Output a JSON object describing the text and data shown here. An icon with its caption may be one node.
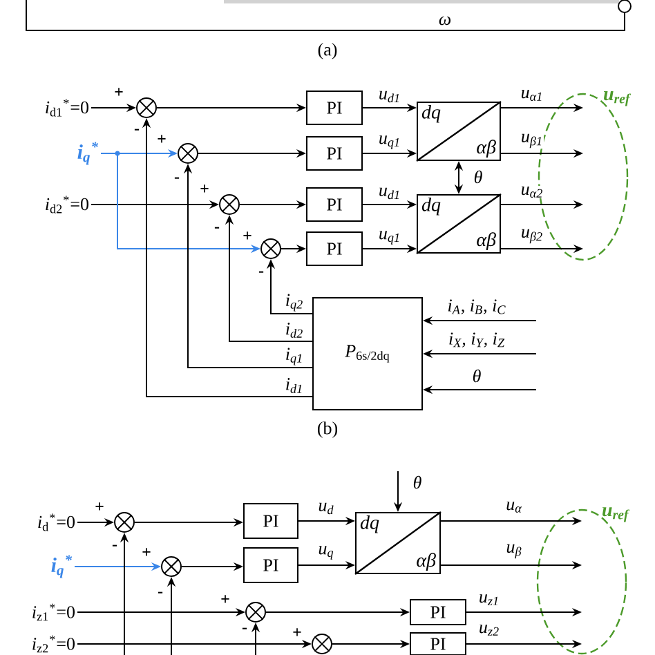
{
  "diagram": {
    "nodes": [
      {
        "text": [
          "*i*$_{d1}$$^{*}$=0"
        ]
      },
      {
        "text": [],
        "shape": "circle"
      },
      {
        "text": [
          "PI"
        ]
      },
      {
        "text": [
          "dq",
          "αβ"
        ]
      },
      {
        "text": [
          "i$_{q}$$^{*}$"
        ]
      },
      {
        "text": [],
        "shape": "circle"
      },
      {
        "text": [
          "PI"
        ]
      },
      {
        "text": [
          "*i*$_{d2}$$^{*}$=0"
        ]
      },
      {
        "text": [],
        "shape": "circle"
      },
      {
        "text": [
          "PI"
        ]
      },
      {
        "text": [
          "dq",
          "αβ"
        ]
      },
      {
        "text": [],
        "shape": "circle"
      },
      {
        "text": [
          "PI"
        ]
      },
      {
        "text": [
          "*P*$_{6s/2dq}$"
        ]
      },
      {
        "text": [
          "u$_{ref}$"
        ]
      },
      {
        "text": [
          "*i*$_{d}$$^{*}$=0"
        ]
      },
      {
        "text": [],
        "shape": "circle"
      },
      {
        "text": [
          "PI"
        ]
      },
      {
        "text": [
          "dq",
          "αβ"
        ]
      },
      {
        "text": [
          "i$_{q}$$^{*}$"
        ]
      },
      {
        "text": [],
        "shape": "circle"
      },
      {
        "text": [
          "PI"
        ]
      },
      {
        "text": [
          "*i*$_{z1}$$^{*}$=0"
        ]
      },
      {
        "text": [],
        "shape": "circle"
      },
      {
        "text": [
          "PI"
        ]
      },
      {
        "text": [
          "*i*$_{z2}$$^{*}$=0"
        ]
      },
      {
        "text": [],
        "shape": "circle"
      },
      {
        "text": [
          "PI"
        ]
      },
      {
        "text": [
          "u$_{ref}$"
        ]
      }
    ],
    "edges": [
      {
        "from": 0,
        "to": 1,
        "arrow": "to"
      },
      {
        "from": 1,
        "to": 2,
        "arrow": "to"
      },
      {
        "from": 2,
        "to": 3,
        "arrow": "to",
        "label": "u$_{d1}$"
      },
      {
        "from": 4,
        "to": 5,
        "arrow": "to",
        "color": "#3a86e8"
      },
      {
        "from": 5,
        "to": 6,
        "arrow": "to"
      },
      {
        "from": 6,
        "to": 3,
        "arrow": "to",
        "label": "u$_{q1}$"
      },
      {
        "from": 7,
        "to": 8,
        "arrow": "to"
      },
      {
        "from": 8,
        "to": 9,
        "arrow": "to"
      },
      {
        "from": 9,
        "to": 10,
        "arrow": "to",
        "label": "u$_{d1}$"
      },
      {
        "from": 4,
        "to": 11,
        "arrow": "to",
        "color": "#3a86e8"
      },
      {
        "from": 11,
        "to": 12,
        "arrow": "to"
      },
      {
        "from": 12,
        "to": 10,
        "arrow": "to",
        "label": "u$_{q1}$"
      },
      {
        "from": 3,
        "to": 14,
        "arrow": "to",
        "label": "u$_{α1}$"
      },
      {
        "from": 3,
        "to": 14,
        "arrow": "to",
        "label": "u$_{β1}$"
      },
      {
        "from": 10,
        "to": 14,
        "arrow": "to",
        "label": "u$_{α2}$"
      },
      {
        "from": 10,
        "to": 14,
        "arrow": "to",
        "label": "u$_{β2}$"
      },
      {
        "from": 3,
        "to": 10,
        "arrow": "both",
        "label": "θ"
      },
      {
        "from": 13,
        "to": 11,
        "arrow": "to",
        "label": "i$_{q2}$"
      },
      {
        "from": 13,
        "to": 8,
        "arrow": "to",
        "label": "i$_{d2}$"
      },
      {
        "from": 13,
        "to": 5,
        "arrow": "to",
        "label": "i$_{q1}$"
      },
      {
        "from": 13,
        "to": 1,
        "arrow": "to",
        "label": "i$_{d1}$"
      },
      {
        "from": null,
        "to": 13,
        "arrow": "to",
        "label": "i$_{A}$, i$_{B}$, i$_{C}$"
      },
      {
        "from": null,
        "to": 13,
        "arrow": "to",
        "label": "i$_{X}$, i$_{Y}$, i$_{Z}$"
      },
      {
        "from": null,
        "to": 13,
        "arrow": "to",
        "label": "θ"
      },
      {
        "from": 15,
        "to": 16,
        "arrow": "to"
      },
      {
        "from": 16,
        "to": 17,
        "arrow": "to"
      },
      {
        "from": 17,
        "to": 18,
        "arrow": "to",
        "label": "u$_{d}$"
      },
      {
        "from": 19,
        "to": 20,
        "arrow": "to",
        "color": "#3a86e8"
      },
      {
        "from": 20,
        "to": 21,
        "arrow": "to"
      },
      {
        "from": 21,
        "to": 18,
        "arrow": "to",
        "label": "u$_{q}$"
      },
      {
        "from": null,
        "to": 18,
        "arrow": "to",
        "label": "θ"
      },
      {
        "from": 18,
        "to": 28,
        "arrow": "to",
        "label": "u$_{α}$"
      },
      {
        "from": 18,
        "to": 28,
        "arrow": "to",
        "label": "u$_{β}$"
      },
      {
        "from": 22,
        "to": 23,
        "arrow": "to"
      },
      {
        "from": 23,
        "to": 24,
        "arrow": "to"
      },
      {
        "from": 24,
        "to": 28,
        "arrow": "to",
        "label": "u$_{z1}$"
      },
      {
        "from": 25,
        "to": 26,
        "arrow": "to"
      },
      {
        "from": 26,
        "to": 27,
        "arrow": "to"
      },
      {
        "from": 27,
        "to": 28,
        "arrow": "to",
        "label": "u$_{z2}$"
      },
      {
        "from": null,
        "to": 16,
        "arrow": "to"
      },
      {
        "from": null,
        "to": 20,
        "arrow": "to"
      },
      {
        "from": null,
        "to": 23,
        "arrow": "to"
      }
    ],
    "labels": [
      "ω",
      "(a)",
      "+",
      "-",
      "+",
      "-",
      "+",
      "-",
      "+",
      "-",
      "(b)",
      "+",
      "-",
      "+",
      "-",
      "+",
      "-",
      "+"
    ]
  }
}
